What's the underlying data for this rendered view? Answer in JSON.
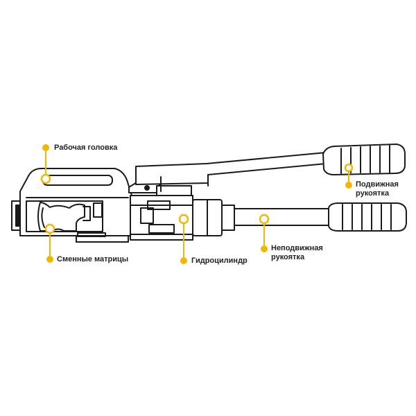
{
  "colors": {
    "accent": "#F2B705",
    "outline": "#1a1a1a",
    "fill": "#ffffff"
  },
  "labels": {
    "working_head": "Рабочая головка",
    "movable_handle": {
      "line1": "Подвижная",
      "line2": "рукоятка"
    },
    "dies": "Сменные матрицы",
    "hydraulic_cylinder": "Гидроцилиндр",
    "fixed_handle": {
      "line1": "Неподвижная",
      "line2": "рукоятка"
    }
  }
}
